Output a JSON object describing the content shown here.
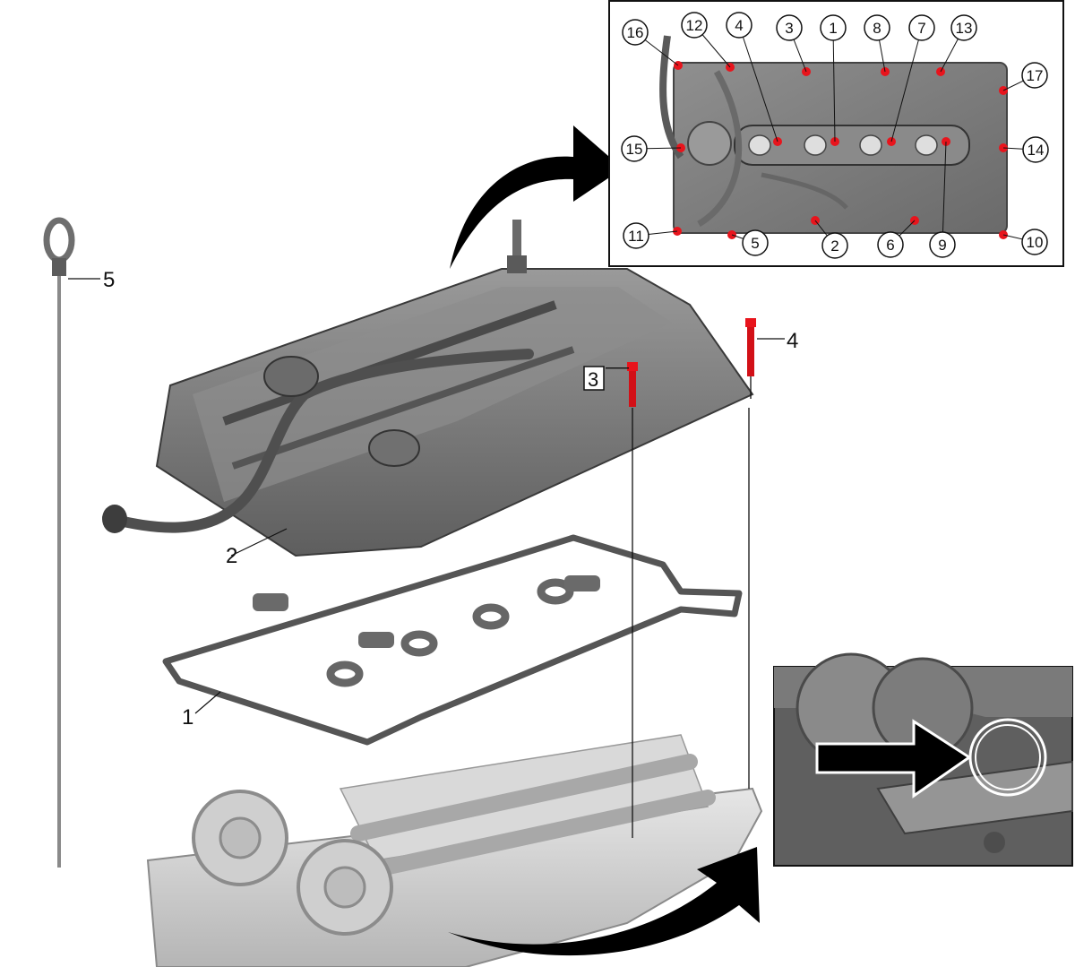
{
  "main_callouts": {
    "gasket": "1",
    "cover": "2",
    "bolt_short": "3",
    "bolt_long": "4",
    "dipstick": "5"
  },
  "torque_sequence_labels": [
    "1",
    "2",
    "3",
    "4",
    "5",
    "6",
    "7",
    "8",
    "9",
    "10",
    "11",
    "12",
    "13",
    "14",
    "15",
    "16",
    "17"
  ],
  "colors": {
    "bolt_marker": "#e8141c",
    "cover_grey": "#7d7d7d",
    "head_grey": "#cfcfcf",
    "arrow": "#000000"
  }
}
